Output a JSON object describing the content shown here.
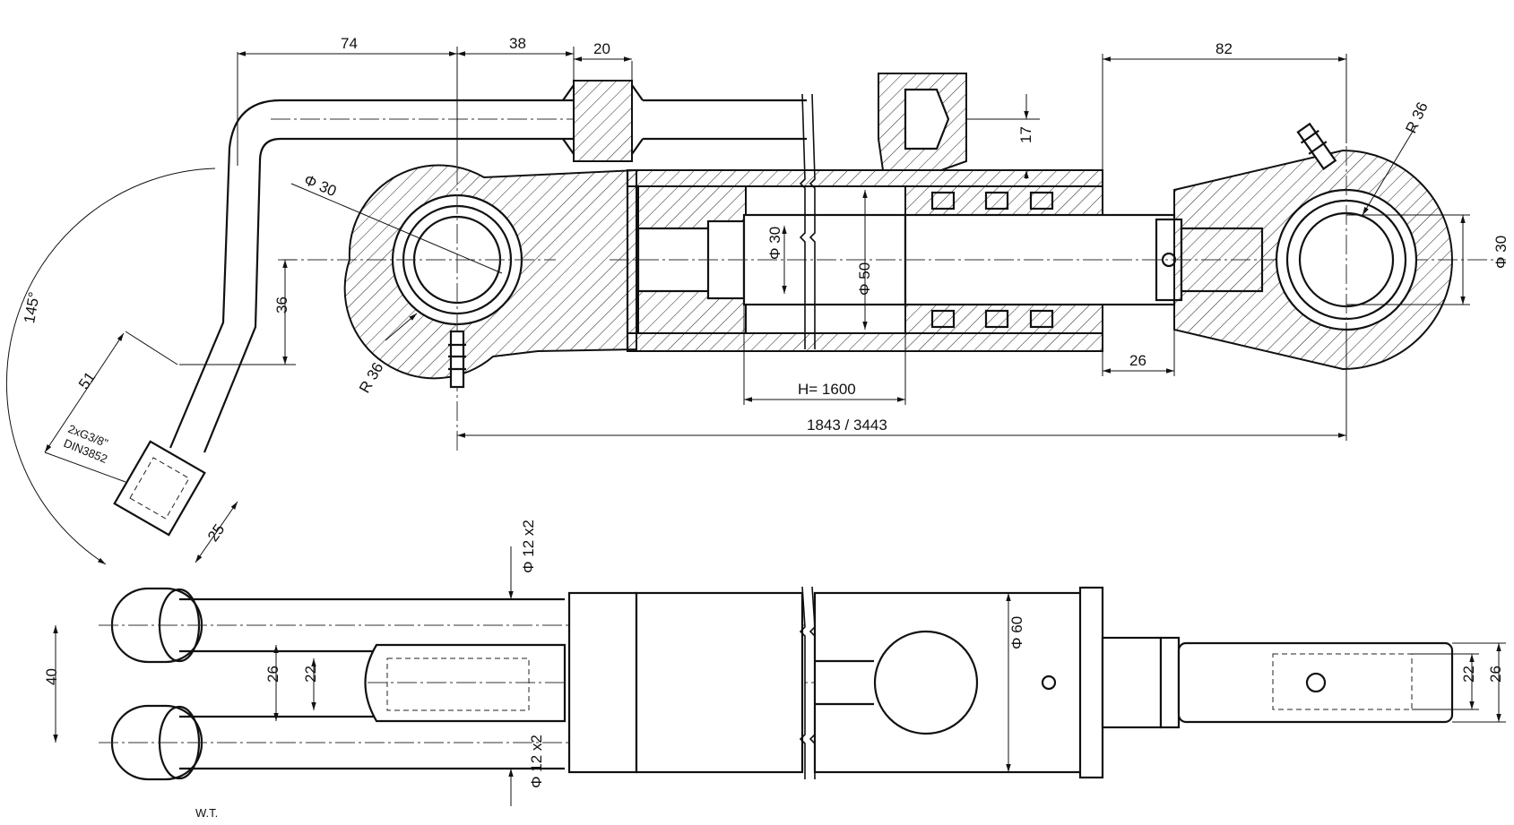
{
  "dimensions": {
    "d74": "74",
    "d38": "38",
    "d20": "20",
    "d82": "82",
    "d17": "17",
    "r36_left": "R 36",
    "r36_right": "R 36",
    "phi30_eye": "Φ 30",
    "phi30_rod": "Φ 30",
    "phi50": "Φ 50",
    "phi30_right": "Φ 30",
    "d36": "36",
    "d26_top": "26",
    "h1600": "H= 1600",
    "length": "1843 / 3443",
    "angle": "145°",
    "d51": "51",
    "port_thread": "2xG3/8\"",
    "port_std": "DIN3852",
    "d25": "25",
    "phi12_top": "Φ 12 x2",
    "phi12_bottom": "Φ 12 x2",
    "phi60": "Φ 60",
    "d40": "40",
    "d26_left": "26",
    "d22_left": "22",
    "d22_right": "22",
    "d26_right": "26"
  },
  "author": "W.T."
}
